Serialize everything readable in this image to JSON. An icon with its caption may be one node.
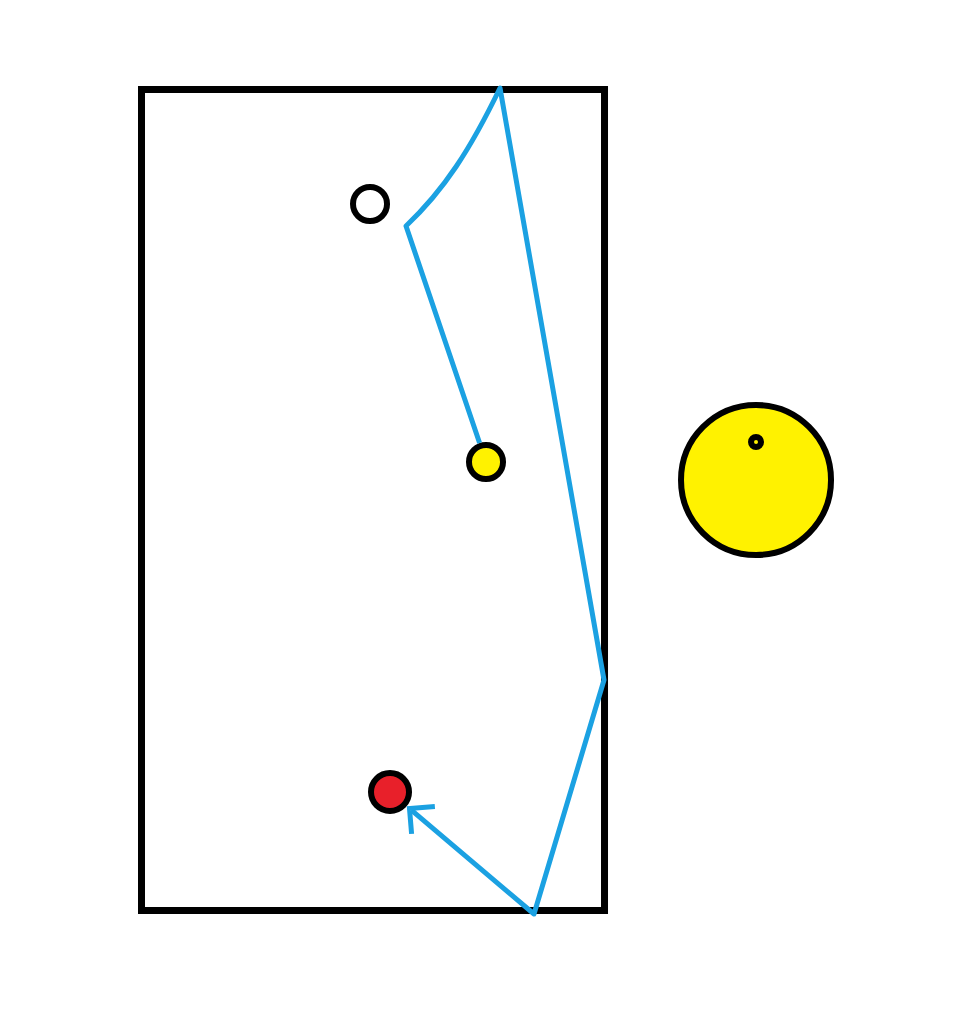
{
  "diagram": {
    "nodes": [
      {
        "text": [],
        "shape": "box"
      },
      {
        "text": [],
        "shape": "circle",
        "in": 0
      },
      {
        "text": [],
        "shape": "circle",
        "in": 0
      },
      {
        "text": [],
        "shape": "circle",
        "in": 0
      },
      {
        "text": [],
        "shape": "circle"
      },
      {
        "text": [],
        "shape": "circle",
        "in": 4
      }
    ],
    "edges": [
      {
        "from": 2,
        "to": 3,
        "arrow": "to"
      }
    ]
  }
}
